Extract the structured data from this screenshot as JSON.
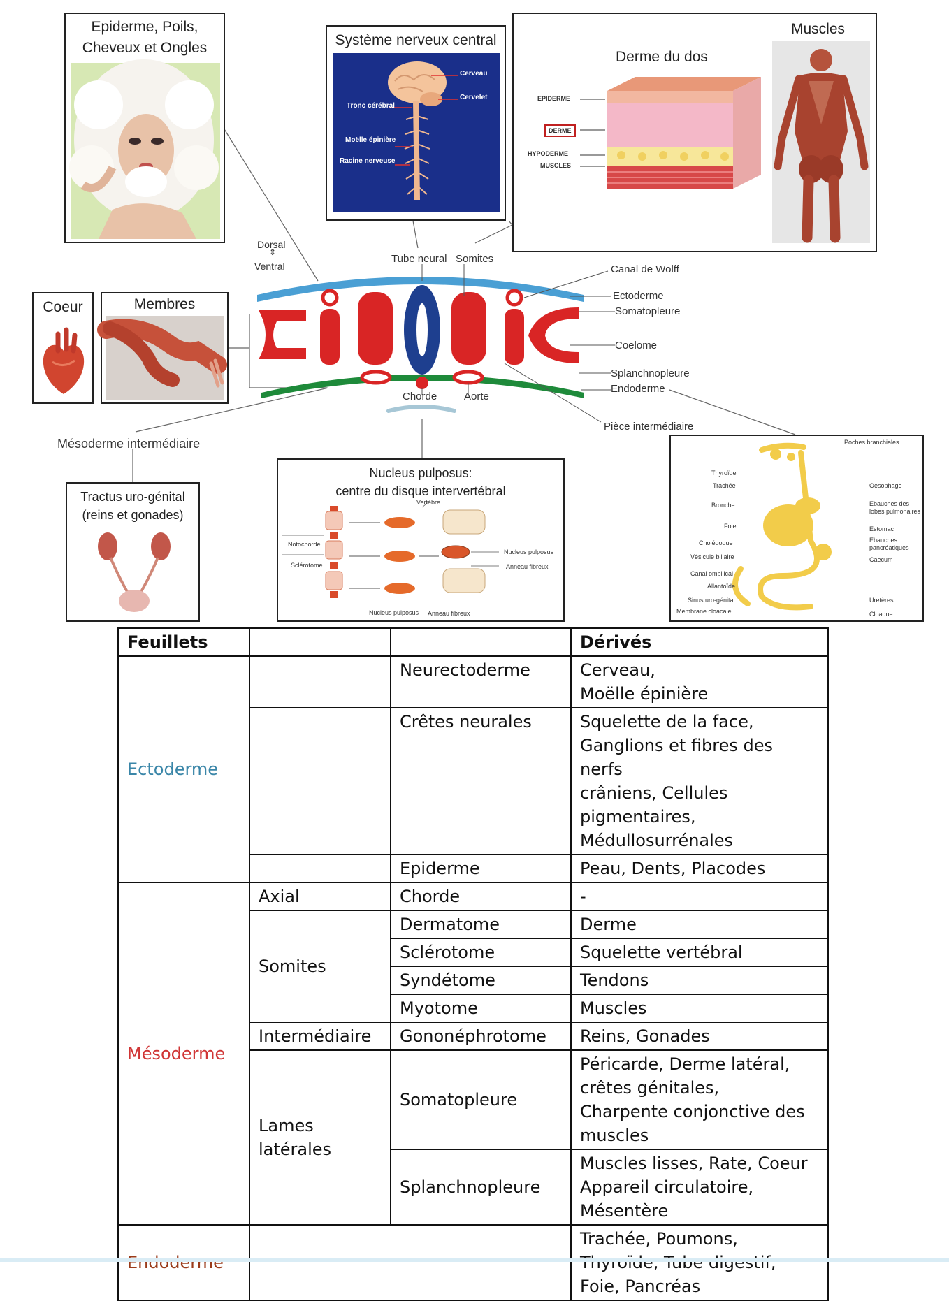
{
  "panels": {
    "epiderme": {
      "title": "Epiderme, Poils,\nCheveux et Ongles"
    },
    "snc": {
      "title": "Système nerveux central",
      "labels": [
        "Cerveau",
        "Cervelet",
        "Tronc cérébral",
        "Moëlle épinière",
        "Racine nerveuse"
      ]
    },
    "derme": {
      "title": "Derme du dos",
      "labels": [
        "EPIDERME",
        "DERME",
        "HYPODERME",
        "MUSCLES"
      ]
    },
    "muscles": {
      "title": "Muscles"
    },
    "coeur": {
      "title": "Coeur"
    },
    "membres": {
      "title": "Membres"
    },
    "tractus": {
      "title": "Tractus uro-génital\n(reins et gonades)"
    },
    "nucleus": {
      "title": "Nucleus pulposus:\ncentre du disque intervertébral",
      "labels": [
        "Vertèbre",
        "Notochorde",
        "Sclérotome",
        "Nucleus pulposus",
        "Anneau fibreux",
        "Nucleus pulposus",
        "Anneau fibreux"
      ]
    },
    "endoderme": {
      "labels": [
        "Poches branchiales",
        "Thyroïde",
        "Trachée",
        "Oesophage",
        "Bronche",
        "Ebauches des lobes pulmonaires",
        "Foie",
        "Estomac",
        "Cholédoque",
        "Ebauches pancréatiques",
        "Vésicule biliaire",
        "Caecum",
        "Canal ombilical",
        "Allantoïde",
        "Sinus uro-génital",
        "Uretères",
        "Membrane cloacale",
        "Cloaque"
      ]
    }
  },
  "embryo": {
    "labels": {
      "dorsal": "Dorsal",
      "ventral": "Ventral",
      "tube_neural": "Tube neural",
      "somites": "Somites",
      "canal_wolff": "Canal de Wolff",
      "ectoderme": "Ectoderme",
      "somatopleure": "Somatopleure",
      "coelome": "Coelome",
      "splanchnopleure": "Splanchnopleure",
      "endoderme": "Endoderme",
      "chorde": "Chorde",
      "aorte": "Aorte",
      "piece_intermediaire": "Pièce intermédiaire",
      "mesoderme_intermediaire": "Mésoderme intermédiaire"
    },
    "colors": {
      "ectoderm": "#4a9fd4",
      "mesoderm": "#d92525",
      "endoderm": "#1e8a3a",
      "chorde": "#1e3f8f"
    }
  },
  "table": {
    "headers": {
      "feuillets": "Feuillets",
      "derives": "Dérivés"
    },
    "ecto": {
      "name": "Ectoderme",
      "rows": [
        {
          "tissue": "Neurectoderme",
          "derives": "Cerveau,\nMoëlle épinière"
        },
        {
          "tissue": "Crêtes neurales",
          "derives": "Squelette de la face,\nGanglions et fibres des nerfs\ncrâniens, Cellules\npigmentaires,\nMédullosurrénales"
        },
        {
          "tissue": "Epiderme",
          "derives": "Peau, Dents, Placodes"
        }
      ]
    },
    "meso": {
      "name": "Mésoderme",
      "axial": {
        "group": "Axial",
        "tissue": "Chorde",
        "derives": "-"
      },
      "somites": {
        "group": "Somites",
        "rows": [
          {
            "tissue": "Dermatome",
            "derives": "Derme"
          },
          {
            "tissue": "Sclérotome",
            "derives": "Squelette vertébral"
          },
          {
            "tissue": "Syndétome",
            "derives": "Tendons"
          },
          {
            "tissue": "Myotome",
            "derives": "Muscles"
          }
        ]
      },
      "intermediaire": {
        "group": "Intermédiaire",
        "tissue": "Gononéphrotome",
        "derives": "Reins, Gonades"
      },
      "lames": {
        "group": "Lames\nlatérales",
        "rows": [
          {
            "tissue": "Somatopleure",
            "derives": "Péricarde, Derme latéral,\ncrêtes génitales,\nCharpente conjonctive des\nmuscles"
          },
          {
            "tissue": "Splanchnopleure",
            "derives": "Muscles lisses, Rate, Coeur\nAppareil circulatoire,\nMésentère"
          }
        ]
      }
    },
    "endo": {
      "name": "Endoderme",
      "derives": "Trachée, Poumons,\nThyroïde, Tube digestif,\nFoie, Pancréas"
    }
  }
}
